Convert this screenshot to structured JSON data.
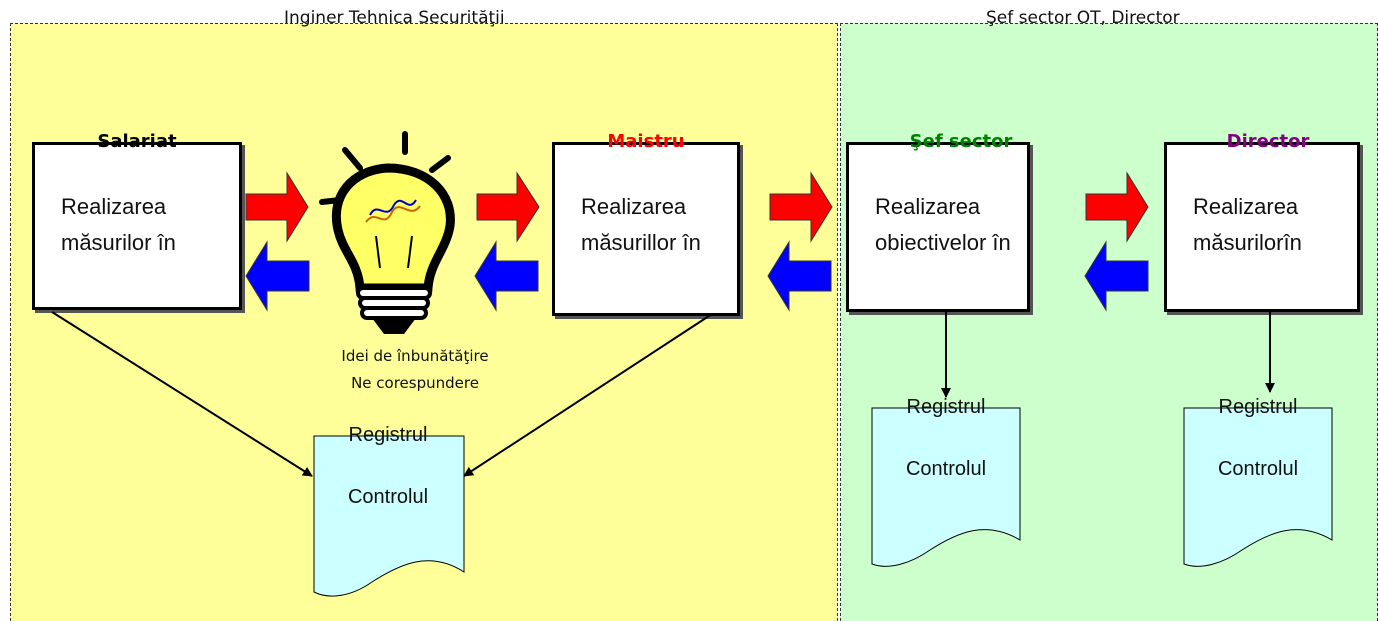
{
  "zones": {
    "left_title": "Inginer Tehnica Securităţii",
    "right_title": "Şef sector OT,  Director"
  },
  "boxes": [
    {
      "label": "Salariat",
      "label_color": "#000000",
      "line1": "Realizarea",
      "line2": "măsurilor în"
    },
    {
      "label": "Maistru",
      "label_color": "#ff0000",
      "line1": "Realizarea",
      "line2": "măsurillor în"
    },
    {
      "label": "Şef sector",
      "label_color": "#008000",
      "line1": "Realizarea",
      "line2": "obiectivelor în"
    },
    {
      "label": "Director",
      "label_color": "#800080",
      "line1": "Realizarea",
      "line2": "măsurilorîn"
    }
  ],
  "idea": {
    "line1": "Idei de înbunătăţire",
    "line2": "Ne corespundere"
  },
  "documents": [
    {
      "top": "Registrul",
      "bottom": "Controlul"
    },
    {
      "top": "Registrul",
      "bottom": "Controlul"
    },
    {
      "top": "Registrul",
      "bottom": "Controlul"
    }
  ],
  "colors": {
    "left_zone": "#ffff99",
    "right_zone": "#ccffcc",
    "forward_arrow": "#ff0000",
    "back_arrow": "#0000ff",
    "document": "#ccffff"
  }
}
